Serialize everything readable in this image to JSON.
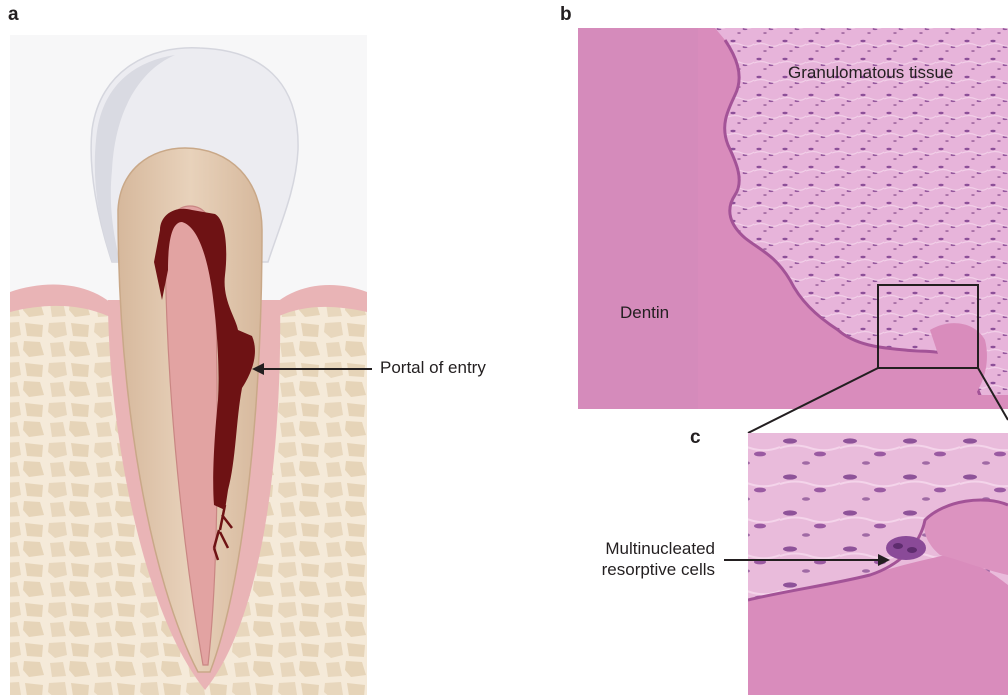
{
  "figure": {
    "panels": {
      "a": {
        "letter": "a",
        "label": "Portal of entry"
      },
      "b": {
        "letter": "b",
        "labels": {
          "tissue": "Granulomatous tissue",
          "dentin": "Dentin"
        }
      },
      "c": {
        "letter": "c",
        "label_line1": "Multinucleated",
        "label_line2": "resorptive cells"
      }
    },
    "colors": {
      "bone": "#eedfc8",
      "gingiva": "#e9b4b6",
      "enamel": "#ececf1",
      "dentin": "#ddc2a8",
      "pulp": "#e2a3a2",
      "lesion": "#6e1214",
      "histology_pink": "#d98cbc"
    }
  }
}
